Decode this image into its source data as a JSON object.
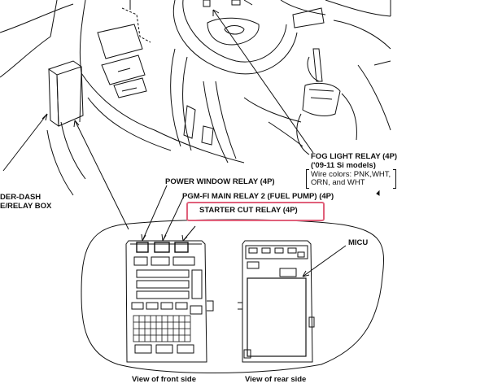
{
  "labels": {
    "fog_light_relay": "FOG LIGHT RELAY (4P)",
    "fog_light_models": "('09-11 Si models)",
    "wire_colors_line1": "Wire colors: PNK,WHT,",
    "wire_colors_line2": "ORN, and WHT",
    "under_dash_line1": "DER-DASH",
    "under_dash_line2": "E/RELAY BOX",
    "power_window_relay": "POWER WINDOW RELAY (4P)",
    "pgm_fi_main_relay": "PGM-FI MAIN RELAY 2 (FUEL PUMP) (4P)",
    "starter_cut_relay": "STARTER CUT RELAY (4P)",
    "micu": "MICU",
    "front_view": "View of front side",
    "rear_view": "View of rear side"
  },
  "colors": {
    "line": "#111111",
    "highlight": "#e0607a",
    "background": "#ffffff"
  }
}
